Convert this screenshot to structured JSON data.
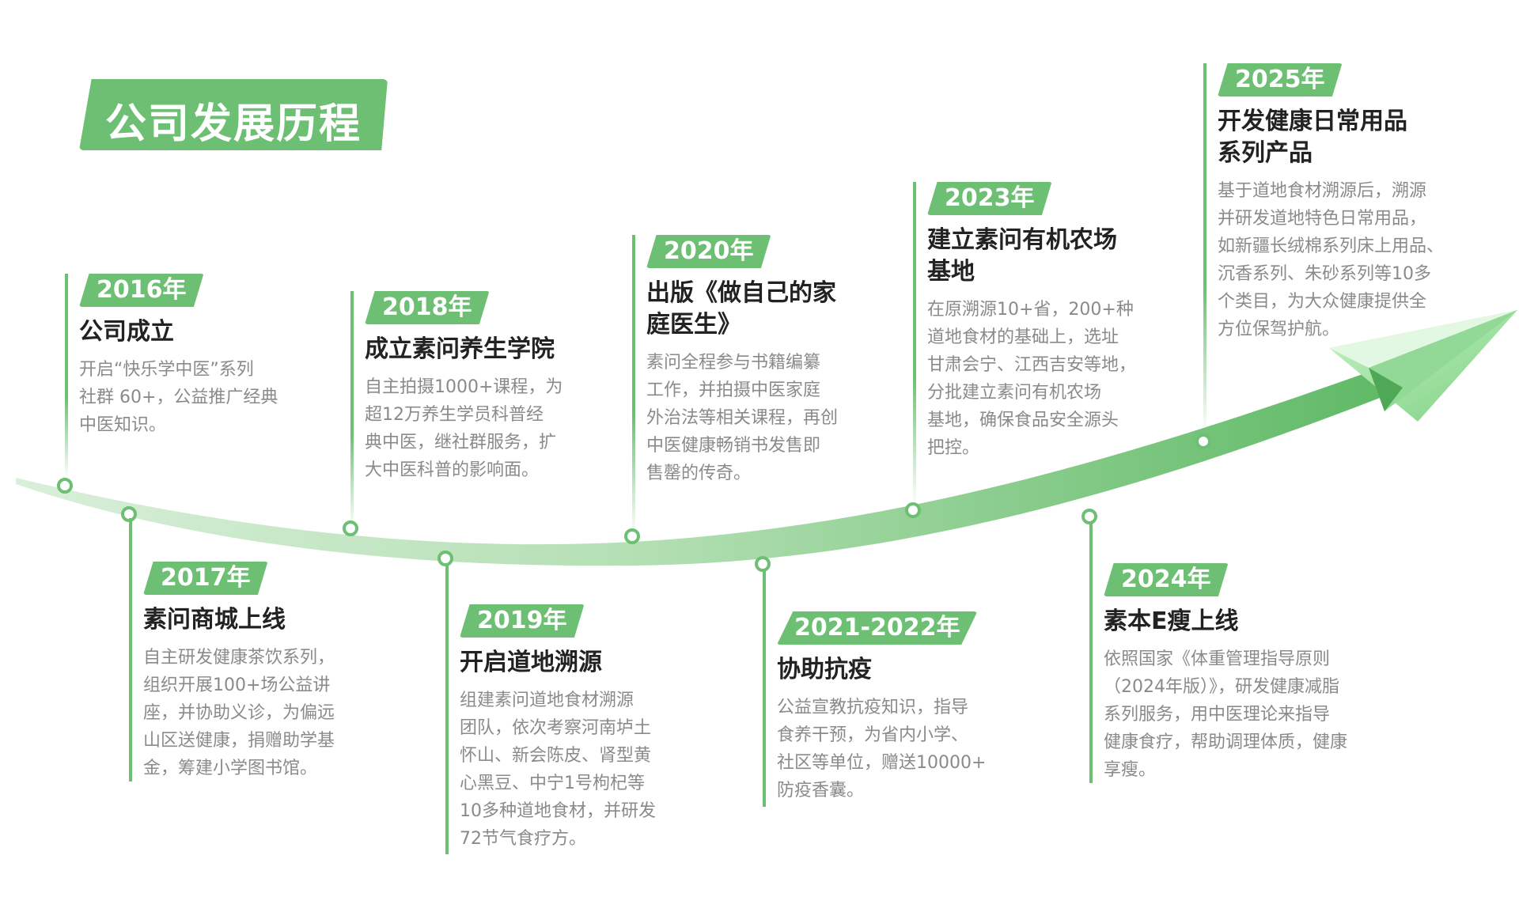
{
  "page": {
    "title": "公司发展历程"
  },
  "colors": {
    "accent": "#6dbf73",
    "accent_light": "#c8e8c8",
    "title_text": "#222222",
    "desc_text": "#8a8a8a"
  },
  "milestones": [
    {
      "year": "2016年",
      "title": "公司成立",
      "desc": [
        "开启“快乐学中医”系列",
        "社群 60+，公益推广经典",
        "中医知识。"
      ]
    },
    {
      "year": "2017年",
      "title": "素问商城上线",
      "desc": [
        "自主研发健康茶饮系列，",
        "组织开展100+场公益讲",
        "座，并协助义诊，为偏远",
        "山区送健康，捐赠助学基",
        "金，筹建小学图书馆。"
      ]
    },
    {
      "year": "2018年",
      "title": "成立素问养生学院",
      "desc": [
        "自主拍摄1000+课程，为",
        "超12万养生学员科普经",
        "典中医，继社群服务，扩",
        "大中医科普的影响面。"
      ]
    },
    {
      "year": "2019年",
      "title": "开启道地溯源",
      "desc": [
        "组建素问道地食材溯源",
        "团队，依次考察河南垆土",
        "怀山、新会陈皮、肾型黄",
        "心黑豆、中宁1号枸杞等",
        "10多种道地食材，并研发",
        "72节气食疗方。"
      ]
    },
    {
      "year": "2020年",
      "title_lines": [
        "出版《做自己的家",
        "庭医生》"
      ],
      "desc": [
        "素问全程参与书籍编纂",
        "工作，并拍摄中医家庭",
        "外治法等相关课程，再创",
        "中医健康畅销书发售即",
        "售罄的传奇。"
      ]
    },
    {
      "year": "2021-2022年",
      "title": "协助抗疫",
      "desc": [
        "公益宣教抗疫知识，指导",
        "食养干预，为省内小学、",
        "社区等单位，赠送10000+",
        "防疫香囊。"
      ]
    },
    {
      "year": "2023年",
      "title_lines": [
        "建立素问有机农场",
        "基地"
      ],
      "desc": [
        "在原溯源10+省，200+种",
        "道地食材的基础上，选址",
        "甘肃会宁、江西吉安等地，",
        "分批建立素问有机农场",
        "基地，确保食品安全源头",
        "把控。"
      ]
    },
    {
      "year": "2024年",
      "title": "素本E瘦上线",
      "desc": [
        "依照国家《体重管理指导原则",
        "（2024年版）》，研发健康减脂",
        "系列服务，用中医理论来指导",
        "健康食疗，帮助调理体质，健康",
        "享瘦。"
      ]
    },
    {
      "year": "2025年",
      "title_lines": [
        "开发健康日常用品",
        "系列产品"
      ],
      "desc": [
        "基于道地食材溯源后，溯源",
        "并研发道地特色日常用品，",
        "如新疆长绒棉系列床上用品、",
        "沉香系列、朱砂系列等10多",
        "个类目，为大众健康提供全",
        "方位保驾护航。"
      ]
    }
  ]
}
